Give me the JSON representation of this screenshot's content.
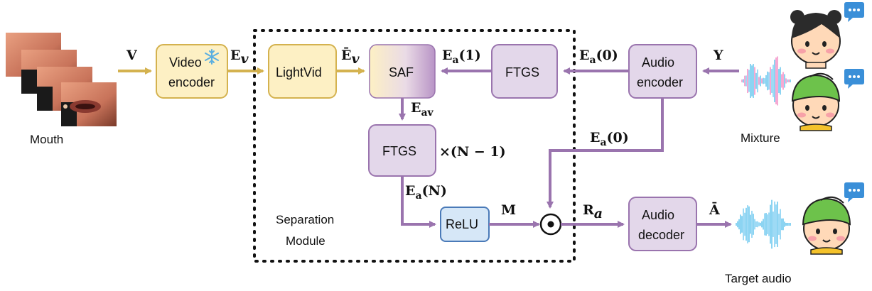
{
  "inputs": {
    "mouth_label": "Mouth",
    "mixture_label": "Mixture",
    "target_label": "Target audio"
  },
  "blocks": {
    "video_encoder": [
      "Video",
      "encoder"
    ],
    "lightvid": "LightVid",
    "saf": "SAF",
    "ftgs_top": "FTGS",
    "audio_encoder": [
      "Audio",
      "encoder"
    ],
    "ftgs_mid": "FTGS",
    "relu": "ReLU",
    "audio_decoder": [
      "Audio",
      "decoder"
    ],
    "separation_module": [
      "Separation",
      "Module"
    ]
  },
  "symbols": {
    "V": "V",
    "Ev": "E",
    "Ev_sub": "v",
    "Ev_bar": "Ē",
    "Ea1": "E",
    "Ea1_sub": "a",
    "Ea1_arg": "(1)",
    "Ea0": "(0)",
    "Y": "Y",
    "Eav_sub": "av",
    "repeat": "×(N − 1)",
    "EaN_arg": "(N)",
    "M": "M",
    "Ra": "R",
    "Ra_sub": "a",
    "Abar": "Ā"
  },
  "colors": {
    "video_path": "#d4b24f",
    "audio_path": "#9a74ae",
    "video_box_fill": "#fdf0c4",
    "video_box_stroke": "#d4b24f",
    "audio_box_fill": "#e3d7ea",
    "audio_box_stroke": "#9a74ae",
    "relu_fill": "#d6e7f7",
    "relu_stroke": "#4a7ab8"
  }
}
